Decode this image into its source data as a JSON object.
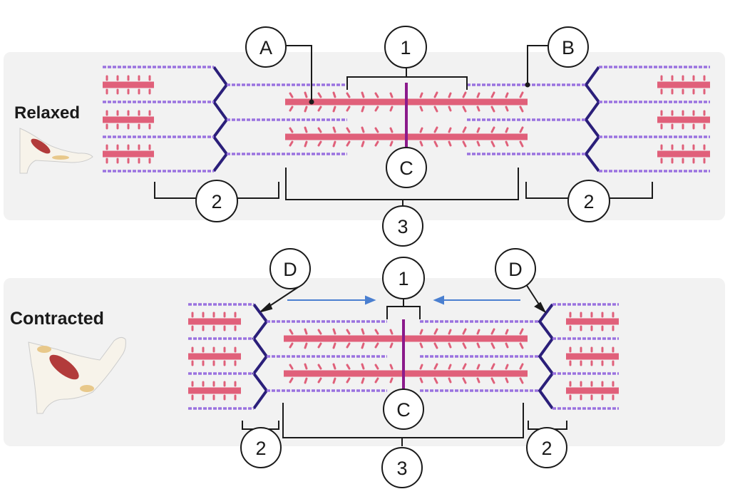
{
  "panels": {
    "relaxed": {
      "title": "Relaxed"
    },
    "contracted": {
      "title": "Contracted"
    }
  },
  "labels": {
    "relaxed": {
      "A": "A",
      "B": "B",
      "C": "C",
      "n1": "1",
      "n2_left": "2",
      "n2_right": "2",
      "n3": "3"
    },
    "contracted": {
      "D_left": "D",
      "D_right": "D",
      "C": "C",
      "n1": "1",
      "n2_left": "2",
      "n2_right": "2",
      "n3": "3"
    }
  },
  "colors": {
    "panel_bg": "#f2f2f2",
    "actin": "#8f6ad6",
    "myosin": "#e0607a",
    "z_line": "#2b1f7a",
    "m_line": "#8b1a8b",
    "arrow": "#4a7fd0",
    "bracket": "#1a1a1a"
  },
  "icons": {
    "relaxed_arm": "relaxed-arm-icon",
    "contracted_arm": "contracted-arm-icon"
  }
}
